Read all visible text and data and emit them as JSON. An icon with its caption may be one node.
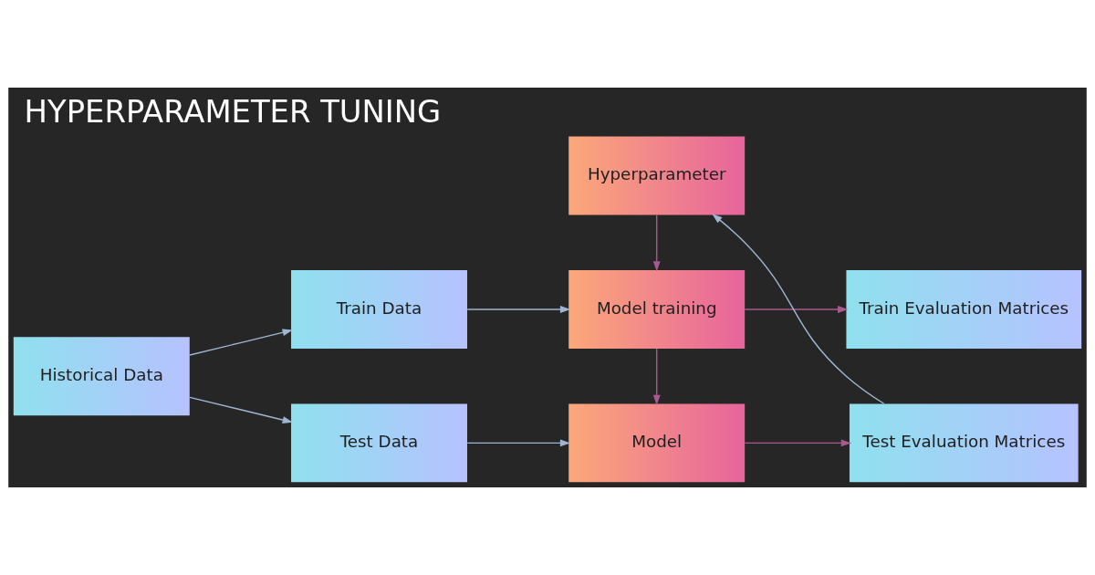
{
  "diagram": {
    "title": "HYPERPARAMETER TUNING",
    "nodes": [
      {
        "text": [
          "Historical Data"
        ]
      },
      {
        "text": [
          "Train Data"
        ]
      },
      {
        "text": [
          "Test Data"
        ]
      },
      {
        "text": [
          "Hyperparameter"
        ]
      },
      {
        "text": [
          "Model training"
        ]
      },
      {
        "text": [
          "Model"
        ]
      },
      {
        "text": [
          "Train Evaluation Matrices"
        ]
      },
      {
        "text": [
          "Test Evaluation Matrices"
        ]
      }
    ],
    "edges": [
      {
        "from": 0,
        "to": 1,
        "arrow": "to"
      },
      {
        "from": 0,
        "to": 2,
        "arrow": "to"
      },
      {
        "from": 1,
        "to": 4,
        "arrow": "to"
      },
      {
        "from": 2,
        "to": 5,
        "arrow": "to"
      },
      {
        "from": 3,
        "to": 4,
        "arrow": "to",
        "color": "#a85a8e"
      },
      {
        "from": 4,
        "to": 6,
        "arrow": "to",
        "color": "#a85a8e"
      },
      {
        "from": 4,
        "to": 5,
        "arrow": "to",
        "color": "#a85a8e"
      },
      {
        "from": 5,
        "to": 7,
        "arrow": "to",
        "color": "#a85a8e"
      },
      {
        "from": 7,
        "to": 3,
        "arrow": "to"
      }
    ]
  }
}
